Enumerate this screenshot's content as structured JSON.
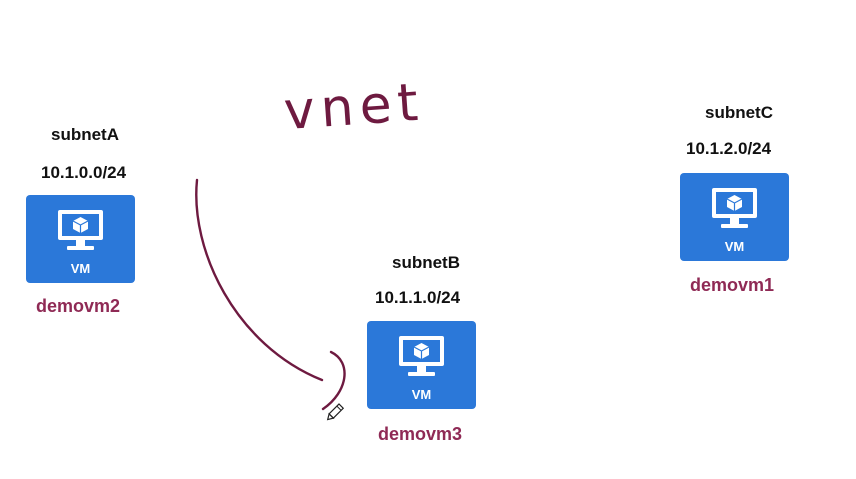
{
  "colors": {
    "vm_blue": "#2b78d9",
    "vm_name": "#8f2a55",
    "annotation": "#6e1a40"
  },
  "annotation": {
    "text": "vnet"
  },
  "subnets": [
    {
      "name": "subnetA",
      "cidr": "10.1.0.0/24",
      "vm_label": "VM",
      "vm_name": "demovm2"
    },
    {
      "name": "subnetB",
      "cidr": "10.1.1.0/24",
      "vm_label": "VM",
      "vm_name": "demovm3"
    },
    {
      "name": "subnetC",
      "cidr": "10.1.2.0/24",
      "vm_label": "VM",
      "vm_name": "demovm1"
    }
  ],
  "icons": [
    "vm-monitor-icon",
    "pencil-cursor-icon"
  ]
}
